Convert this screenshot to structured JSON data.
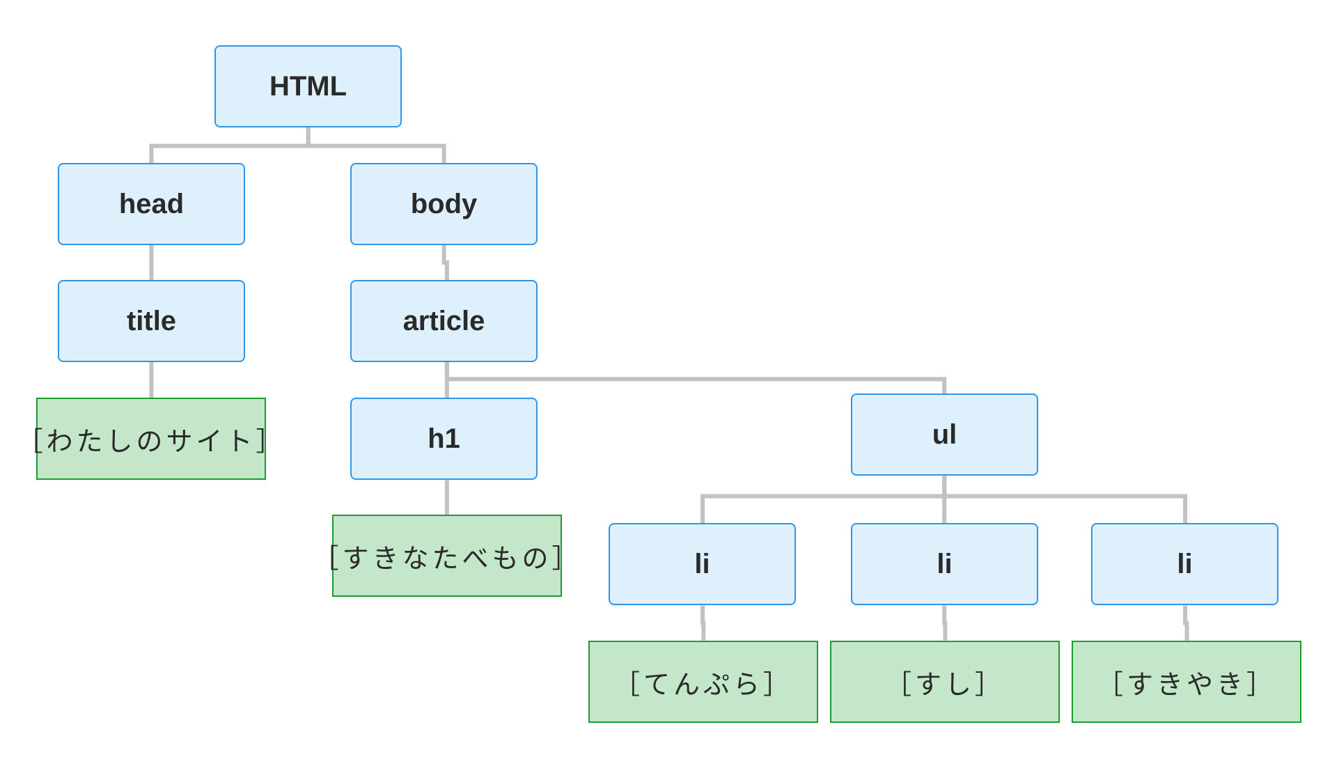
{
  "diagram": {
    "nodes": [
      {
        "id": "html",
        "kind": "element",
        "label": "HTML"
      },
      {
        "id": "head",
        "kind": "element",
        "label": "head"
      },
      {
        "id": "body",
        "kind": "element",
        "label": "body"
      },
      {
        "id": "title",
        "kind": "element",
        "label": "title"
      },
      {
        "id": "article",
        "kind": "element",
        "label": "article"
      },
      {
        "id": "title_text",
        "kind": "text",
        "label": "［わたしのサイト］"
      },
      {
        "id": "h1",
        "kind": "element",
        "label": "h1"
      },
      {
        "id": "ul",
        "kind": "element",
        "label": "ul"
      },
      {
        "id": "h1_text",
        "kind": "text",
        "label": "［すきなたべもの］"
      },
      {
        "id": "li1",
        "kind": "element",
        "label": "li"
      },
      {
        "id": "li2",
        "kind": "element",
        "label": "li"
      },
      {
        "id": "li3",
        "kind": "element",
        "label": "li"
      },
      {
        "id": "li1_text",
        "kind": "text",
        "label": "［てんぷら］"
      },
      {
        "id": "li2_text",
        "kind": "text",
        "label": "［すし］"
      },
      {
        "id": "li3_text",
        "kind": "text",
        "label": "［すきやき］"
      }
    ],
    "edges": [
      {
        "from": "html",
        "to": "head"
      },
      {
        "from": "html",
        "to": "body"
      },
      {
        "from": "head",
        "to": "title"
      },
      {
        "from": "body",
        "to": "article"
      },
      {
        "from": "title",
        "to": "title_text"
      },
      {
        "from": "article",
        "to": "h1"
      },
      {
        "from": "article",
        "to": "ul"
      },
      {
        "from": "h1",
        "to": "h1_text"
      },
      {
        "from": "ul",
        "to": "li1"
      },
      {
        "from": "ul",
        "to": "li2"
      },
      {
        "from": "ul",
        "to": "li3"
      },
      {
        "from": "li1",
        "to": "li1_text"
      },
      {
        "from": "li2",
        "to": "li2_text"
      },
      {
        "from": "li3",
        "to": "li3_text"
      }
    ],
    "colors": {
      "element_fill": "#dff0fd",
      "element_border": "#2f95e6",
      "text_fill": "#c4e6c9",
      "text_border": "#1e9a32",
      "connector": "#c2c2c2",
      "label": "#2a2a2a"
    }
  }
}
